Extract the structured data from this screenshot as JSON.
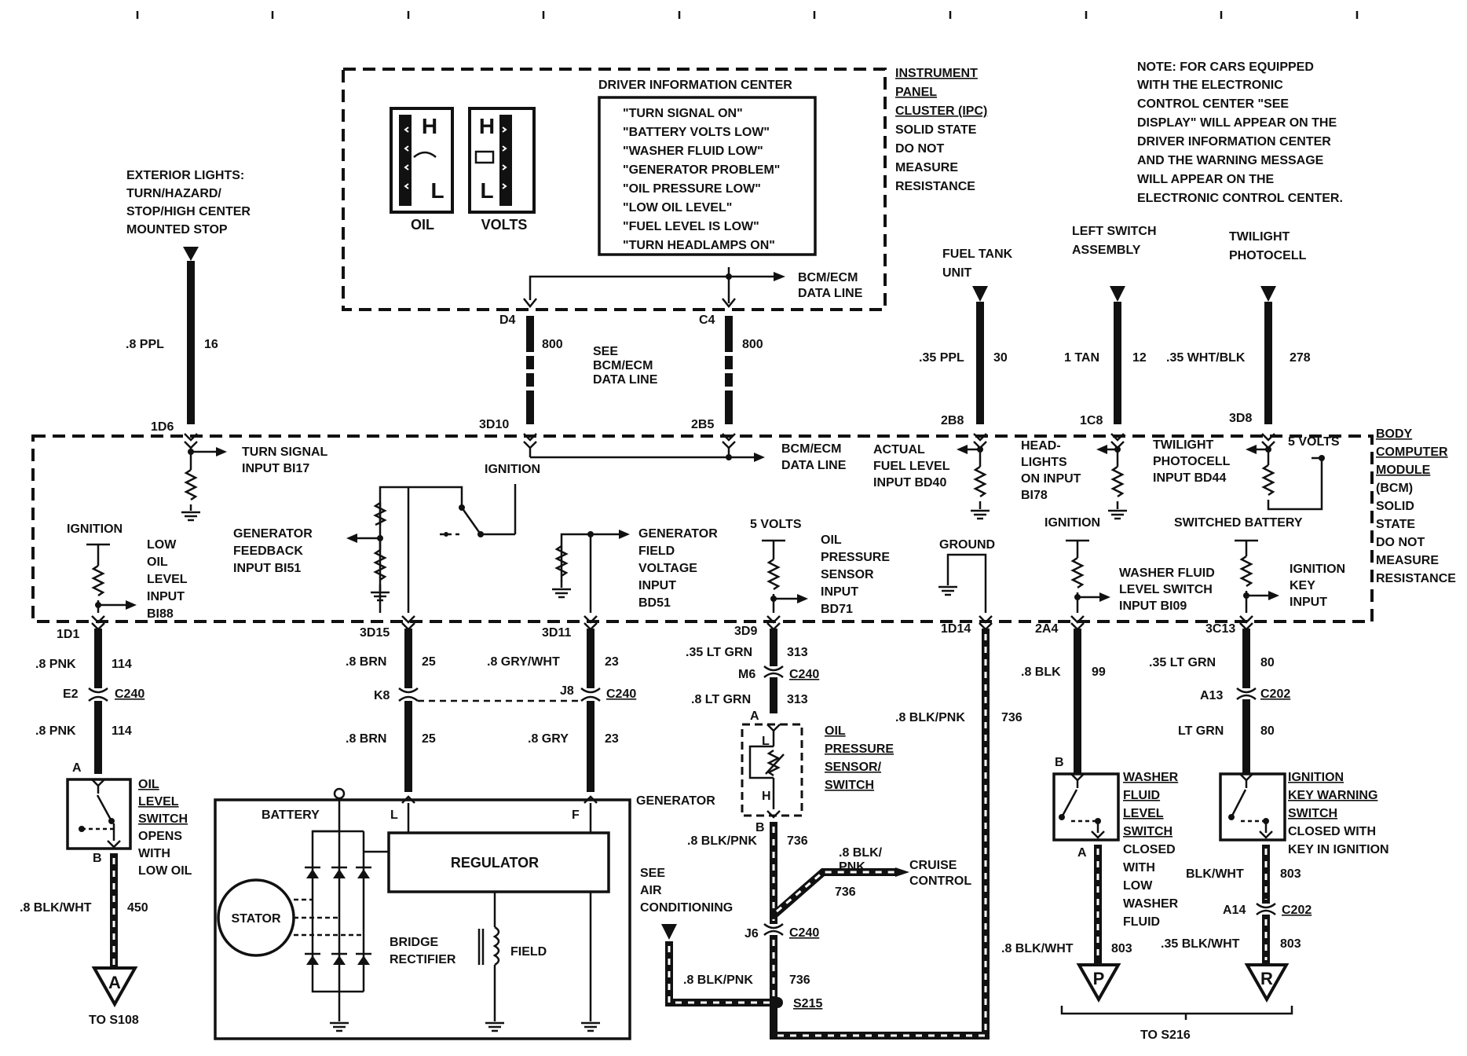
{
  "ipc": {
    "dic_title": "DRIVER INFORMATION CENTER",
    "messages": [
      "\"TURN SIGNAL ON\"",
      "\"BATTERY VOLTS LOW\"",
      "\"WASHER FLUID LOW\"",
      "\"GENERATOR PROBLEM\"",
      "\"OIL PRESSURE LOW\"",
      "\"LOW OIL LEVEL\"",
      "\"FUEL LEVEL IS LOW\"",
      "\"TURN HEADLAMPS ON\""
    ],
    "oil_label": "OIL",
    "volts_label": "VOLTS",
    "gauge_h": "H",
    "gauge_l": "L",
    "side_lines": [
      "INSTRUMENT",
      "PANEL",
      "CLUSTER (IPC)",
      "SOLID STATE",
      "DO NOT",
      "MEASURE",
      "RESISTANCE"
    ],
    "data_line": [
      "BCM/ECM",
      "DATA LINE"
    ]
  },
  "note_lines": [
    "NOTE: FOR CARS EQUIPPED",
    "WITH THE ELECTRONIC",
    "CONTROL CENTER \"SEE",
    "DISPLAY\" WILL APPEAR ON THE",
    "DRIVER INFORMATION CENTER",
    "AND THE WARNING MESSAGE",
    "WILL APPEAR ON THE",
    "ELECTRONIC CONTROL CENTER."
  ],
  "sources": {
    "exterior": [
      "EXTERIOR LIGHTS:",
      "TURN/HAZARD/",
      "STOP/HIGH CENTER",
      "MOUNTED STOP"
    ],
    "fuel": [
      "FUEL TANK",
      "UNIT"
    ],
    "left_switch": [
      "LEFT SWITCH",
      "ASSEMBLY"
    ],
    "twilight": [
      "TWILIGHT",
      "PHOTOCELL"
    ]
  },
  "wires": {
    "w16_size": ".8 PPL",
    "w16_num": "16",
    "d4": "D4",
    "c4": "C4",
    "w800a": "800",
    "w800b": "800",
    "see_bcm": [
      "SEE",
      "BCM/ECM",
      "DATA LINE"
    ],
    "w30_size": ".35 PPL",
    "w30_num": "30",
    "w12_size": "1 TAN",
    "w12_num": "12",
    "w278_size": ".35 WHT/BLK",
    "w278_num": "278"
  },
  "bcm": {
    "side_lines": [
      "BODY",
      "COMPUTER",
      "MODULE",
      "(BCM)",
      "SOLID",
      "STATE",
      "DO NOT",
      "MEASURE",
      "RESISTANCE"
    ],
    "pins_top": [
      "1D6",
      "3D10",
      "2B5",
      "2B8",
      "1C8",
      "3D8"
    ],
    "pins_bottom": [
      "1D1",
      "3D15",
      "3D11",
      "3D9",
      "1D14",
      "2A4",
      "3C13"
    ],
    "turn_signal": [
      "TURN SIGNAL",
      "INPUT BI17"
    ],
    "data_line": [
      "BCM/ECM",
      "DATA LINE"
    ],
    "fuel_input": [
      "ACTUAL",
      "FUEL LEVEL",
      "INPUT BD40"
    ],
    "headlights": [
      "HEAD-",
      "LIGHTS",
      "ON INPUT",
      "BI78"
    ],
    "twilight_input": [
      "TWILIGHT",
      "PHOTOCELL",
      "INPUT BD44"
    ],
    "five_volts_a": "5 VOLTS",
    "ignition_a": "IGNITION",
    "ignition_b": "IGNITION",
    "ignition_c": "IGNITION",
    "low_oil": [
      "LOW",
      "OIL",
      "LEVEL",
      "INPUT",
      "BI88"
    ],
    "gen_feedback": [
      "GENERATOR",
      "FEEDBACK",
      "INPUT BI51"
    ],
    "gen_field": [
      "GENERATOR",
      "FIELD",
      "VOLTAGE",
      "INPUT",
      "BD51"
    ],
    "five_volts_b": "5 VOLTS",
    "oil_pressure": [
      "OIL",
      "PRESSURE",
      "SENSOR",
      "INPUT",
      "BD71"
    ],
    "ground": "GROUND",
    "switched_battery": "SWITCHED BATTERY",
    "washer_input": [
      "WASHER FLUID",
      "LEVEL SWITCH",
      "INPUT BI09"
    ],
    "ign_key_input": [
      "IGNITION",
      "KEY",
      "INPUT"
    ]
  },
  "lower": {
    "w114a": ".8 PNK",
    "n114a": "114",
    "e2": "E2",
    "c240a": "C240",
    "w114b": ".8 PNK",
    "n114b": "114",
    "oil_switch": [
      "OIL",
      "LEVEL",
      "SWITCH"
    ],
    "oil_switch_note": [
      "OPENS",
      "WITH",
      "LOW OIL"
    ],
    "pin_a1": "A",
    "pin_b1": "B",
    "w450": ".8 BLK/WHT",
    "n450": "450",
    "conn_a": "A",
    "to_s108": "TO S108",
    "w25a": ".8 BRN",
    "n25a": "25",
    "k8": "K8",
    "w25b": ".8 BRN",
    "n25b": "25",
    "w23a": ".8 GRY/WHT",
    "n23a": "23",
    "j8": "J8",
    "c240b": "C240",
    "w23b": ".8 GRY",
    "n23b": "23",
    "generator": "GENERATOR",
    "battery": "BATTERY",
    "regulator": "REGULATOR",
    "stator": "STATOR",
    "bridge": [
      "BRIDGE",
      "RECTIFIER"
    ],
    "field": "FIELD",
    "pin_l": "L",
    "pin_f": "F",
    "w313a": ".35 LT GRN",
    "n313a": "313",
    "m6": "M6",
    "c240c": "C240",
    "w313b": ".8 LT GRN",
    "n313b": "313",
    "pin_a3": "A",
    "oil_pressure_switch": [
      "OIL",
      "PRESSURE",
      "SENSOR/",
      "SWITCH"
    ],
    "ops_l": "L",
    "ops_h": "H",
    "pin_b3": "B",
    "w736a": ".8 BLK/PNK",
    "n736a": "736",
    "w736c": [
      ".8 BLK/",
      "PNK"
    ],
    "n736c": "736",
    "cruise": [
      "CRUISE",
      "CONTROL"
    ],
    "see_ac": [
      "SEE",
      "AIR",
      "CONDITIONING"
    ],
    "j6": "J6",
    "c240d": "C240",
    "w736b": ".8 BLK/PNK",
    "n736b": "736",
    "s215": "S215",
    "w736d": ".8 BLK/PNK",
    "n736d": "736",
    "w99": ".8 BLK",
    "n99": "99",
    "pin_b4": "B",
    "pin_a4": "A",
    "washer_switch": [
      "WASHER",
      "FLUID",
      "LEVEL",
      "SWITCH"
    ],
    "washer_note": [
      "CLOSED",
      "WITH",
      "LOW",
      "WASHER",
      "FLUID"
    ],
    "w803a": ".8 BLK/WHT",
    "n803a": "803",
    "conn_p": "P",
    "w80a": ".35 LT GRN",
    "n80a": "80",
    "a13": "A13",
    "c202a": "C202",
    "w80b": "LT GRN",
    "n80b": "80",
    "ign_switch": [
      "IGNITION",
      "KEY WARNING",
      "SWITCH"
    ],
    "ign_note": [
      "CLOSED WITH",
      "KEY IN IGNITION"
    ],
    "w803b": "BLK/WHT",
    "n803b": "803",
    "a14": "A14",
    "c202b": "C202",
    "w803c": ".35 BLK/WHT",
    "n803c": "803",
    "conn_r": "R",
    "to_s216": "TO S216"
  }
}
